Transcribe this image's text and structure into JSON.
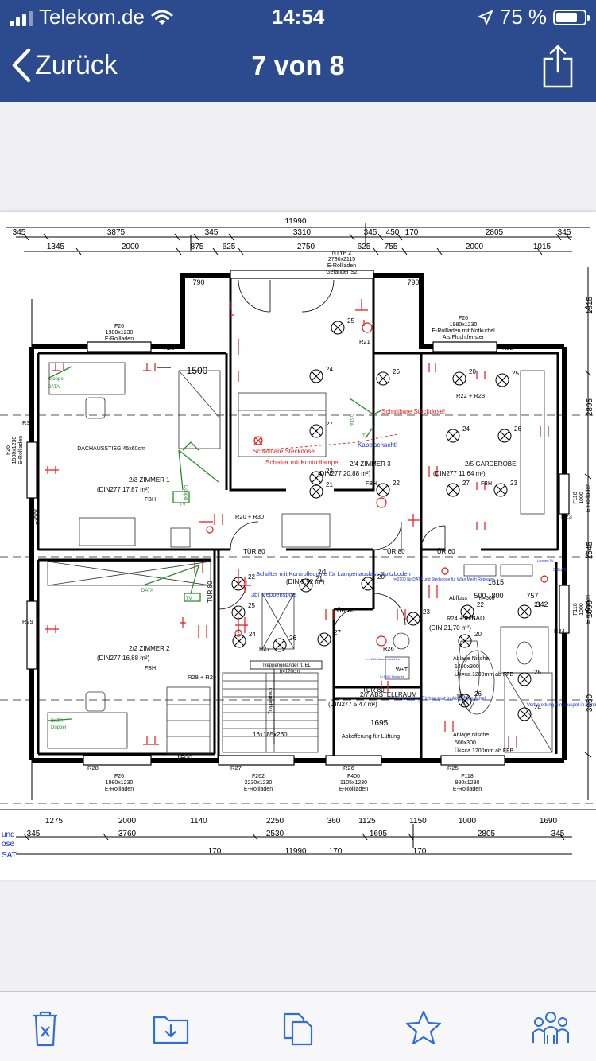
{
  "status_bar": {
    "carrier": "Telekom.de",
    "time": "14:54",
    "battery_percent": "75 %",
    "battery_level": 0.75,
    "icons": [
      "signal-icon",
      "wifi-icon",
      "location-arrow-icon",
      "battery-icon"
    ]
  },
  "nav": {
    "back_label": "Zurück",
    "title": "7 von 8",
    "icons": [
      "chevron-left-icon",
      "share-icon"
    ]
  },
  "toolbar": {
    "icons": [
      "trash-icon",
      "move-to-folder-icon",
      "copy-icon",
      "favorite-star-icon",
      "contacts-icon"
    ]
  },
  "colors": {
    "nav_bar": "#2c4a8e",
    "toolbar_icon": "#2f6fd6",
    "plan_red": "#e01c1c",
    "plan_green": "#2b8a2b",
    "plan_blue": "#1a2fd0"
  },
  "plan": {
    "dims_top": {
      "overall": "11990",
      "row1": [
        "345",
        "3875",
        "345",
        "3310",
        "345",
        "450",
        "170",
        "2805",
        "345"
      ],
      "row2": [
        "1345",
        "2000",
        "875",
        "625",
        "2750",
        "625",
        "755",
        "2000",
        "1015"
      ]
    },
    "dims_bottom": {
      "row1": [
        "1275",
        "2000",
        "1140",
        "2250",
        "360",
        "1125",
        "1150",
        "1000",
        "1690"
      ],
      "row2": [
        "345",
        "3760",
        "2530",
        "1695",
        "2805",
        "345"
      ],
      "row3": [
        "170",
        "11990",
        "170",
        "170"
      ]
    },
    "dims_side": [
      "1815",
      "2895",
      "1545",
      "1000",
      "3060"
    ],
    "dims_misc": [
      "790",
      "790",
      "1500",
      "1500",
      "1500",
      "1615",
      "757",
      "342",
      "500",
      "800"
    ],
    "windows_top": [
      {
        "type": "F26",
        "size": "1980x1230",
        "note": "E-Rollladen"
      },
      {
        "type": "NTYP 2",
        "size": "2730x2115",
        "note": "E-Rollladen",
        "extra": "Geländer S2"
      },
      {
        "type": "F26",
        "size": "1980x1230",
        "note": "E-Rollladen mit Notkurbel",
        "extra": "Als Fluchtfenster"
      }
    ],
    "windows_bottom": [
      {
        "type": "F26",
        "size": "1980x1230",
        "note": "E-Rollladen"
      },
      {
        "type": "F262",
        "size": "2230x1230",
        "note": "E-Rollladen"
      },
      {
        "type": "F400",
        "size": "1105x1230",
        "note": "E-Rollladen"
      },
      {
        "type": "F118",
        "size": "980x1230",
        "note": "E-Rollladen"
      }
    ],
    "windows_side": [
      {
        "type": "F26",
        "size": "1980x1230",
        "note": "E-Rollladen"
      },
      {
        "type": "F118",
        "size": "1000",
        "note": "E-Rollladen"
      },
      {
        "type": "F118",
        "size": "1000",
        "note": "E-Rollladen"
      }
    ],
    "rooms": [
      {
        "num": "2/3",
        "name": "ZIMMER 1",
        "area": "(DIN277 17,87 m²)",
        "floor": "FBH"
      },
      {
        "num": "2/4",
        "name": "ZIMMER 3",
        "area": "(DIN277 20,88 m²)",
        "floor": "FBH"
      },
      {
        "num": "2/5",
        "name": "GARDEROBE",
        "area": "(DIN277 11,64 m²)",
        "floor": "FBH"
      },
      {
        "num": "2/2",
        "name": "ZIMMER 2",
        "area": "(DIN277 16,88 m²)",
        "floor": "FBH"
      },
      {
        "num": "2/1",
        "name": "",
        "area": "(DIN 5,92 m²)",
        "floor": ""
      },
      {
        "num": "2/7",
        "name": "ABSTELLRAUM",
        "area": "(DIN277 5,47 m²)",
        "floor": ""
      },
      {
        "num": "2/6",
        "name": "BAD",
        "area": "(DIN 21,70 m²)",
        "floor": ""
      }
    ],
    "doors": [
      "TÜR 80",
      "TÜR 80",
      "TÜR 60",
      "TÜR 80",
      "TÜR 80",
      "TÜR 80"
    ],
    "stairs": {
      "label": "16x185x260",
      "rail": "Treppengeländer lt. EL",
      "rail_h": "h=120cm",
      "hole": "Treppenloch"
    },
    "misc_labels": [
      "DACHAUSSTIEG 45x60cm",
      "1500",
      "Abfluss",
      "h=500",
      "Abkofferung für Lüftung",
      "Ablage Nische",
      "1400x300",
      "Ük=ca.1200mm ab FFB",
      "Ablage Nische",
      "500x300",
      "Ük=ca.1200mm ab FFB",
      "1695",
      "W+T",
      "1952"
    ],
    "red_labels": [
      "Schaltbare Steckdose",
      "Schalter mit Kontrollampe",
      "Schaltbare Steckdose!"
    ],
    "blue_labels": [
      "Kabelschacht!",
      "Schalter mit Kontrolleuchte für Lampenauslass Spitzboden",
      "3bl Treppenspots",
      "h=2100 für DATA und Steckdose für Wlan Mesh Repeater",
      "Vorbereitung Einbauspot in Abhangenische!",
      "Vorbereitung Einbauspot in Abhangenische!",
      "h=1200 Waschmaschine",
      "h=1200 Trockner",
      "SOLAR",
      "Lampen TV"
    ],
    "green_labels": [
      "DATA",
      "Doppel",
      "TV",
      "Doppel",
      "DATA",
      "TV",
      "DATA",
      "TV",
      "DATA",
      "Doppel"
    ],
    "left_edge_text": [
      "und",
      "ose",
      "SAT"
    ],
    "fixture_numbers": [
      "25",
      "24",
      "26",
      "27",
      "23",
      "22",
      "21",
      "20"
    ],
    "r_labels": [
      "R20",
      "R30",
      "R29",
      "R28",
      "R27",
      "R26",
      "R25",
      "R24",
      "R23",
      "R22",
      "R21",
      "R20 + R30",
      "R22 + R23",
      "R28 + R29",
      "R24 + R25",
      "R26",
      "R27"
    ]
  }
}
